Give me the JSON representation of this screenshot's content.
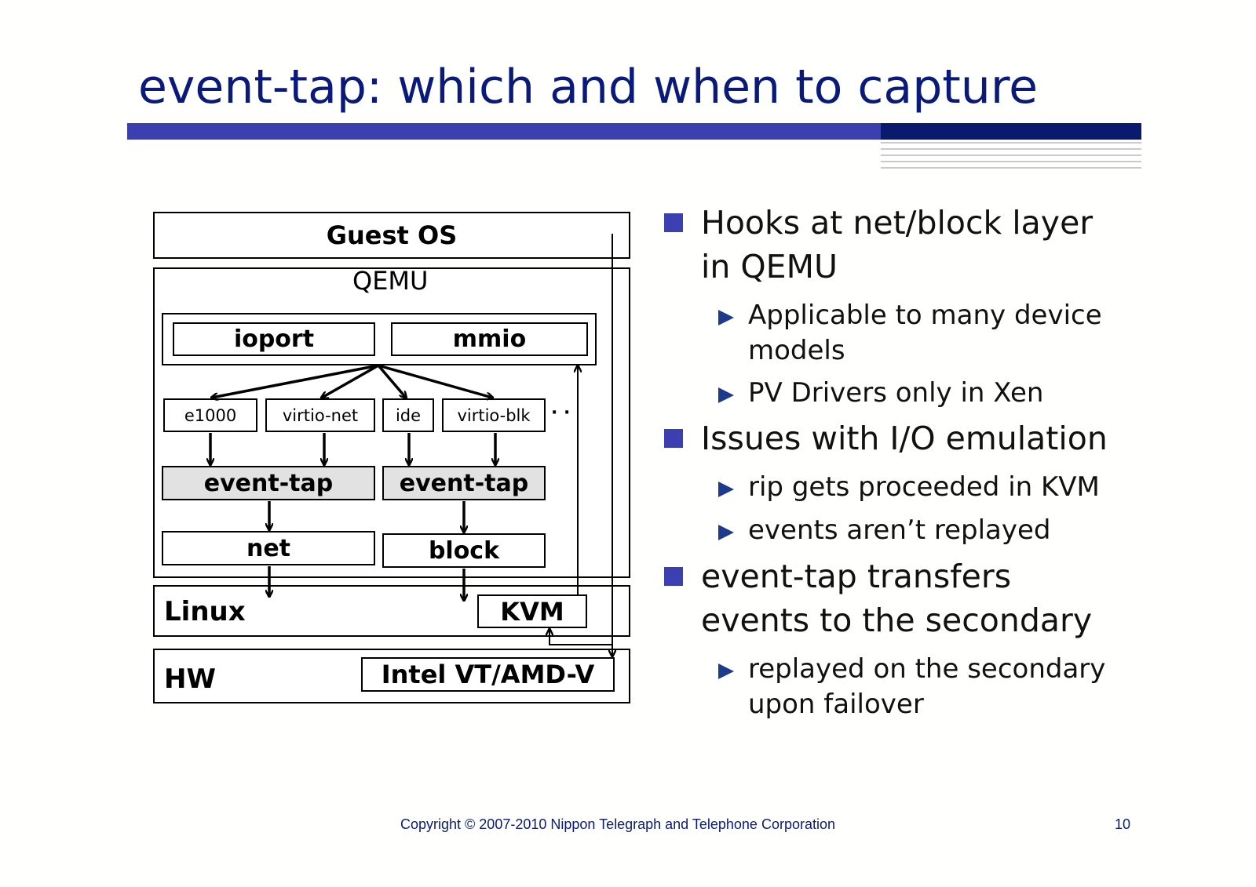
{
  "title": "event-tap: which and when to capture",
  "colors": {
    "title": "#0a1a7a",
    "accent_bar": "#3b3fb0",
    "accent_dark": "#0a1a6e",
    "bullet": "#3b3fb0"
  },
  "diagram": {
    "guest_os": "Guest OS",
    "qemu": "QEMU",
    "ioport": "ioport",
    "mmio": "mmio",
    "devices": [
      "e1000",
      "virtio-net",
      "ide",
      "virtio-blk"
    ],
    "ellipsis": "· ·",
    "event_tap_left": "event-tap",
    "event_tap_right": "event-tap",
    "net": "net",
    "block": "block",
    "linux": "Linux",
    "kvm": "KVM",
    "hw": "HW",
    "intel": "Intel VT/AMD-V"
  },
  "bullets": [
    {
      "lines": [
        "Hooks at net/block layer",
        "in QEMU"
      ],
      "subs": [
        {
          "lines": [
            "Applicable to many device",
            "models"
          ]
        },
        {
          "lines": [
            "PV Drivers only in Xen"
          ]
        }
      ]
    },
    {
      "lines": [
        "Issues with I/O emulation"
      ],
      "subs": [
        {
          "lines": [
            "rip gets proceeded in KVM"
          ]
        },
        {
          "lines": [
            "events aren’t replayed"
          ]
        }
      ]
    },
    {
      "lines": [
        "event-tap transfers",
        "events to the secondary"
      ],
      "subs": [
        {
          "lines": [
            "replayed on the secondary",
            "upon failover"
          ]
        }
      ]
    }
  ],
  "footer": "Copyright © 2007-2010 Nippon Telegraph and Telephone Corporation",
  "page_number": "10"
}
